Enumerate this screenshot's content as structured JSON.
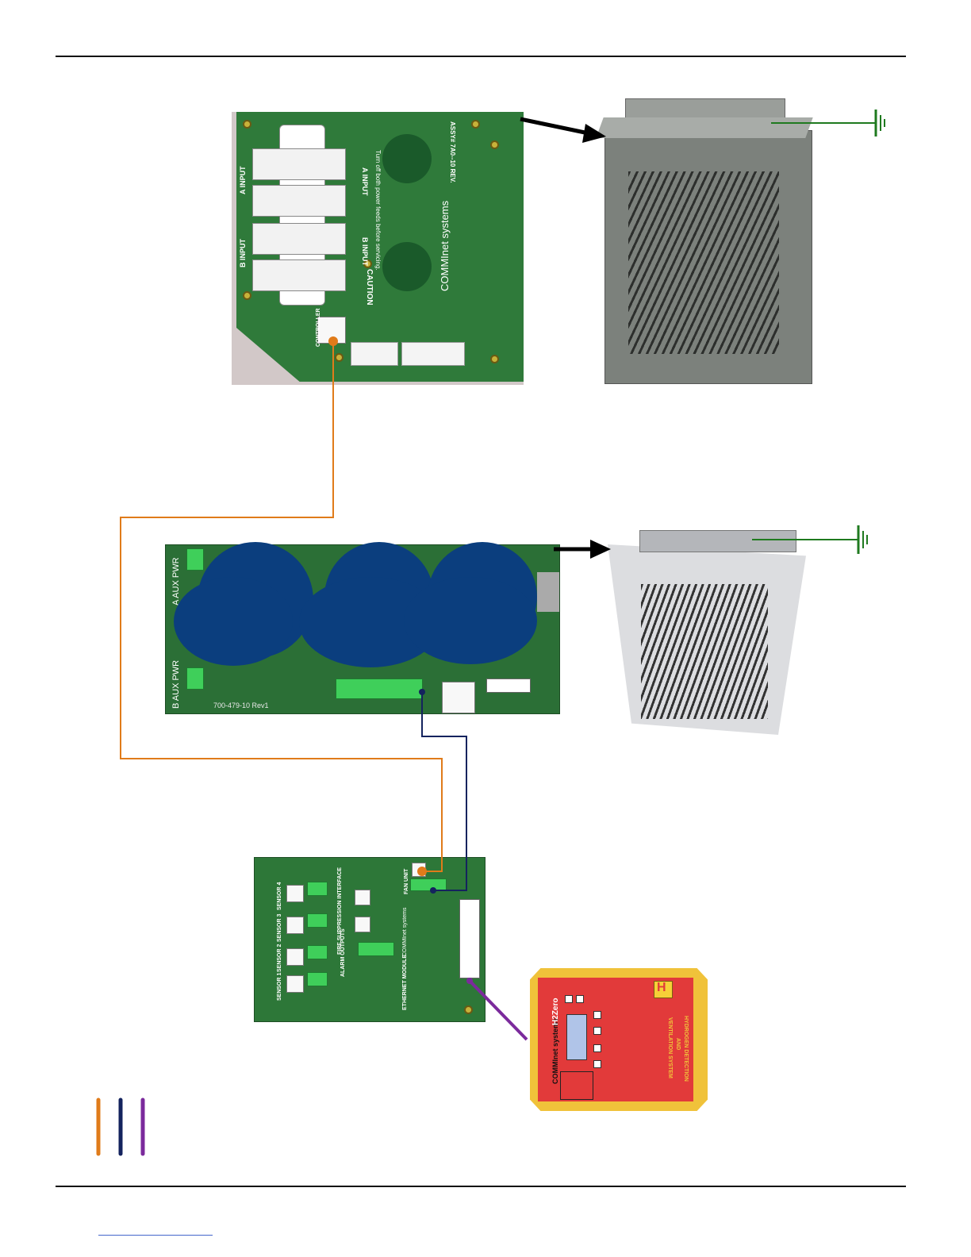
{
  "power_board": {
    "assy_label": "ASSY# 7A0-",
    "assy_suffix": "-10 REV.",
    "a_input_left": "A INPUT",
    "a_input_right": "A INPUT",
    "b_input_left": "B INPUT",
    "b_input_right": "B INPUT",
    "caution_label": "CAUTION",
    "caution_text": "Turn off both power feeds before servicing.",
    "brand": "COMMInet systems",
    "controller_label": "CONTROLLER"
  },
  "fan_board": {
    "aux_top": "A AUX PWR",
    "aux_bottom": "B AUX PWR",
    "part_label": "700-479-10 Rev1"
  },
  "controller_board": {
    "sensor_4": "SENSOR 4",
    "sensor_3": "SENSOR 3",
    "sensor_2": "SENSOR 2",
    "sensor_1": "SENSOR 1",
    "fire_suppression": "FIRE SUPPRESSION INTERFACE",
    "alarm_outputs": "ALARM OUTPUTS",
    "fan_unit": "FAN UNIT",
    "ethernet_module": "ETHERNET MODULE",
    "brand": "COMMInet systems"
  },
  "display_panel": {
    "brand": "COMMInet systems",
    "product": "H2Zero",
    "logo_letter": "H",
    "system_line1": "HYDROGEN DETECTION",
    "system_line2": "AND",
    "system_line3": "VENTILATION SYSTEM"
  },
  "colors": {
    "orange_wire": "#e07b1a",
    "navy_wire": "#14235e",
    "purple_wire": "#7b2a9c",
    "ground": "#1f7a1f",
    "pcb_green": "#2f7a3a"
  }
}
